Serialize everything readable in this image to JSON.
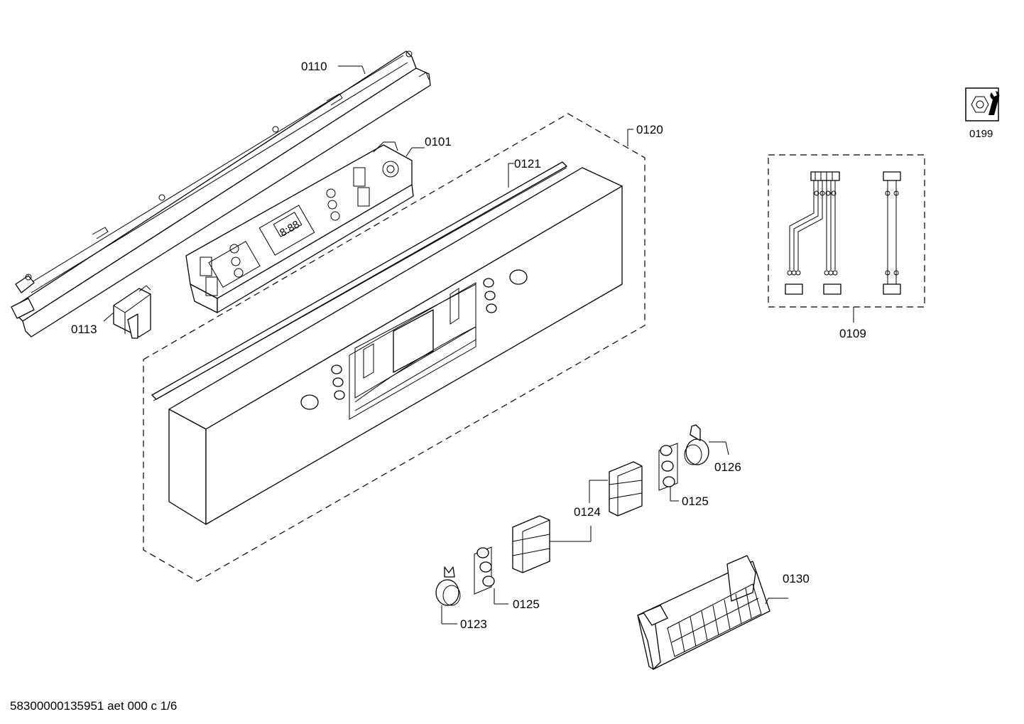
{
  "labels": {
    "p0110": "0110",
    "p0101": "0101",
    "p0120": "0120",
    "p0121": "0121",
    "p0113": "0113",
    "p0199": "0199",
    "p0109": "0109",
    "p0126": "0126",
    "p0125a": "0125",
    "p0124": "0124",
    "p0125b": "0125",
    "p0123": "0123",
    "p0130": "0130"
  },
  "display_digits": "8:88",
  "footer": "58300000135951 aet 000 c 1/6",
  "icons": {
    "service": "wrench-nut-icon"
  }
}
